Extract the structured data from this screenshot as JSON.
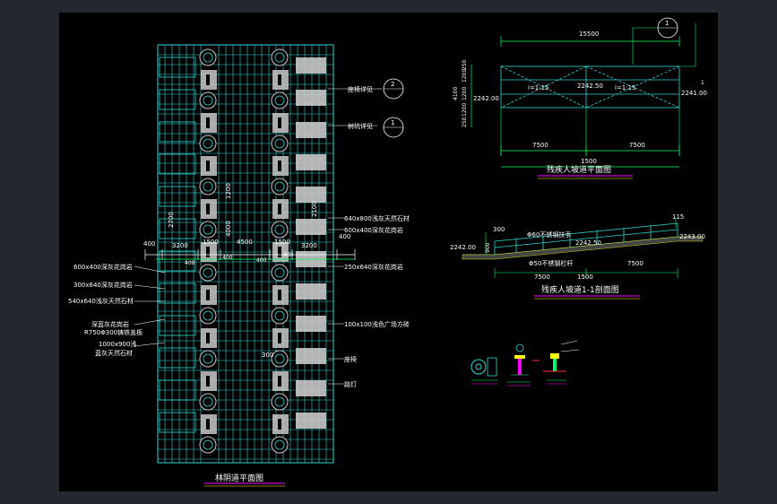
{
  "colors": {
    "background": "#000000",
    "frame": "#23272e",
    "grid": "#2fd6d6",
    "paving": "#c8c8c8",
    "text": "#ffffff",
    "dim": "#00ff66",
    "yellow": "#ffff00",
    "magenta": "#ff00ff",
    "red": "#ff3030"
  },
  "plan": {
    "title": "林阴道平面图",
    "dims": {
      "left_400": "400",
      "w3200": "3200",
      "w1500a": "1500",
      "w4500": "4500",
      "w1500b": "1500",
      "w3200b": "3200",
      "right_400": "400",
      "v400a": "400",
      "v400b": "400",
      "v400c": "400",
      "v400d": "400",
      "v2700": "2700",
      "v1200": "1200",
      "v2100": "2100",
      "v4000": "4000",
      "v300": "300"
    },
    "labels_left": {
      "l1": "600x400深灰花岗岩",
      "l2": "300x640深灰花岗岩",
      "l3": "540x640浅灰天然石材",
      "l4": "深蓝灰花岗岩",
      "l5": "R750Φ300铸铁盖板",
      "l6": "1000x900浅",
      "l7": "蓝灰天然石材"
    },
    "labels_right": {
      "r1": "座椅详见",
      "r2": "树坑详见",
      "r3": "640x800浅灰天然石材",
      "r4": "600x400深灰花岗岩",
      "r5": "250x640深灰花岗岩",
      "r6": "100x100浅色广场方砖",
      "r7": "座椅",
      "r8": "路灯"
    },
    "callouts": {
      "c2": "2",
      "c1": "1"
    }
  },
  "ramp_plan": {
    "title": "残疾人坡道平面图",
    "dims": {
      "total": "15500",
      "left": "7500",
      "right": "7500",
      "bottom": "1500",
      "h4100": "4100",
      "h1200a": "1200",
      "h1200b": "1200",
      "h1200c": "1200",
      "h250a": "250",
      "h250b": "250"
    },
    "slopes": {
      "s1": "i=1:15",
      "s2": "i=1:15"
    },
    "levels": {
      "left": "2242.00",
      "mid": "2242.50",
      "right": "2241.00"
    },
    "callout": "1",
    "section_mark": "1"
  },
  "ramp_section": {
    "title": "残疾人坡道1-1剖面图",
    "dims": {
      "d300": "300",
      "d115": "115",
      "d7500a": "7500",
      "d7500b": "7500",
      "d1500": "1500",
      "d900": "900"
    },
    "levels": {
      "left": "2242.00",
      "mid": "2242.50",
      "right": "2243.00"
    },
    "notes": {
      "handrail": "Φ60不锈钢扶手",
      "post": "Φ50不锈钢栏杆"
    }
  }
}
